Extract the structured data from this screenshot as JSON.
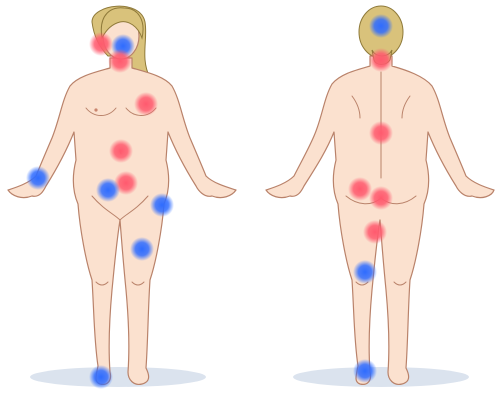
{
  "colors": {
    "skin": "#fbe1cf",
    "outline": "#b9826a",
    "hair": "#d9c27b",
    "shadow": "#cfd9e8",
    "red_marker": "#ff5a6e",
    "blue_marker": "#2f6cff"
  },
  "figures": [
    {
      "view": "front"
    },
    {
      "view": "back"
    }
  ],
  "markers": {
    "front": [
      {
        "region": "forehead-left",
        "color": "red"
      },
      {
        "region": "forehead-right",
        "color": "blue"
      },
      {
        "region": "jaw",
        "color": "red"
      },
      {
        "region": "left-chest",
        "color": "red"
      },
      {
        "region": "abdomen",
        "color": "red"
      },
      {
        "region": "wrist",
        "color": "blue"
      },
      {
        "region": "pelvis",
        "color": "red"
      },
      {
        "region": "upper-thigh",
        "color": "blue"
      },
      {
        "region": "outer-thigh",
        "color": "blue"
      },
      {
        "region": "knee",
        "color": "blue"
      },
      {
        "region": "foot",
        "color": "blue"
      }
    ],
    "back": [
      {
        "region": "head-top",
        "color": "blue"
      },
      {
        "region": "neck",
        "color": "red"
      },
      {
        "region": "mid-back",
        "color": "red"
      },
      {
        "region": "hip-left",
        "color": "red"
      },
      {
        "region": "hip-right",
        "color": "red"
      },
      {
        "region": "thigh",
        "color": "red"
      },
      {
        "region": "calf",
        "color": "blue"
      },
      {
        "region": "heel",
        "color": "blue"
      }
    ]
  }
}
